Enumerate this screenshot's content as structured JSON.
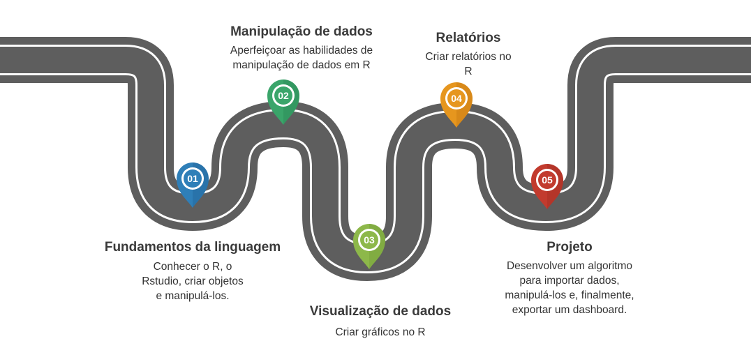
{
  "road": {
    "asphalt": "#5e5e5e",
    "lane": "#ffffff"
  },
  "milestones": [
    {
      "number": "01",
      "color": "#2f7fb8",
      "dark": "#1f5f8e",
      "title": "Fundamentos da linguagem",
      "desc": [
        "Conhecer o R, o",
        "Rstudio, criar objetos",
        "e manipulá-los."
      ]
    },
    {
      "number": "02",
      "color": "#3aa56a",
      "dark": "#27804f",
      "title": "Manipulação de dados",
      "desc": [
        "Aperfeiçoar as habilidades de",
        "manipulação de dados em R"
      ]
    },
    {
      "number": "03",
      "color": "#8db84a",
      "dark": "#6c9433",
      "title": "Visualização de dados",
      "desc": [
        "Criar gráficos no R"
      ]
    },
    {
      "number": "04",
      "color": "#e6961e",
      "dark": "#bd7410",
      "title": "Relatórios",
      "desc": [
        "Criar relatórios no",
        "R"
      ]
    },
    {
      "number": "05",
      "color": "#c23b2e",
      "dark": "#9a2a20",
      "title": "Projeto",
      "desc": [
        "Desenvolver um algoritmo",
        "para importar dados,",
        "manipulá-los e, finalmente,",
        "exportar um dashboard."
      ]
    }
  ]
}
